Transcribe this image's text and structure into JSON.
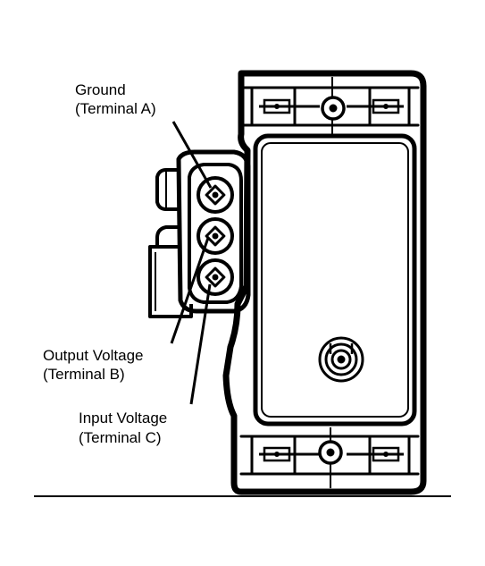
{
  "labels": {
    "ground": [
      "Ground",
      "(Terminal A)"
    ],
    "output": [
      "Output Voltage",
      "(Terminal B)"
    ],
    "input": [
      "Input Voltage",
      "(Terminal C)"
    ]
  },
  "colors": {
    "ink": "#000000",
    "paper": "#ffffff"
  }
}
